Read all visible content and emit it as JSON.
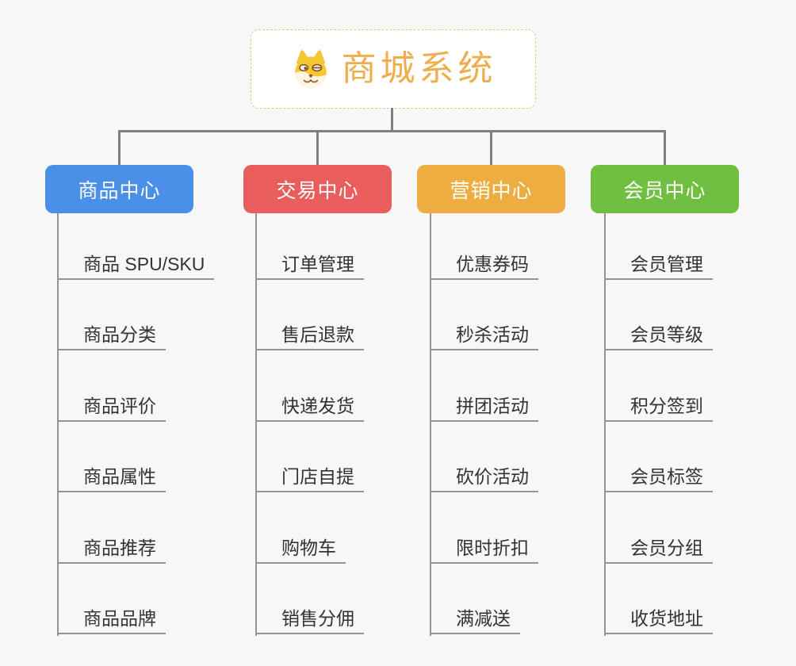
{
  "canvas": {
    "background": "#f7f7f7"
  },
  "root": {
    "title": "商城系统",
    "title_color": "#efae4d",
    "border_color": "#f2c27e",
    "icon": "doge-icon"
  },
  "connectors": {
    "color": "#7f7f7f",
    "leaf_line_color": "#949494"
  },
  "branches": [
    {
      "label": "商品中心",
      "color": "#4a8fe8",
      "items": [
        "商品 SPU/SKU",
        "商品分类",
        "商品评价",
        "商品属性",
        "商品推荐",
        "商品品牌"
      ]
    },
    {
      "label": "交易中心",
      "color": "#e95d5d",
      "items": [
        "订单管理",
        "售后退款",
        "快递发货",
        "门店自提",
        "购物车",
        "销售分佣"
      ]
    },
    {
      "label": "营销中心",
      "color": "#eead40",
      "items": [
        "优惠券码",
        "秒杀活动",
        "拼团活动",
        "砍价活动",
        "限时折扣",
        "满减送"
      ]
    },
    {
      "label": "会员中心",
      "color": "#70bf40",
      "items": [
        "会员管理",
        "会员等级",
        "积分签到",
        "会员标签",
        "会员分组",
        "收货地址"
      ]
    }
  ]
}
